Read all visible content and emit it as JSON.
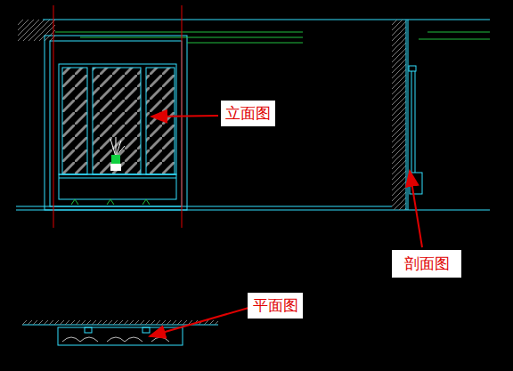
{
  "diagram": {
    "nodes": [
      {
        "text": [
          "立面图"
        ]
      },
      {
        "text": [
          "剖面图"
        ]
      },
      {
        "text": [
          "平面图"
        ]
      }
    ]
  }
}
